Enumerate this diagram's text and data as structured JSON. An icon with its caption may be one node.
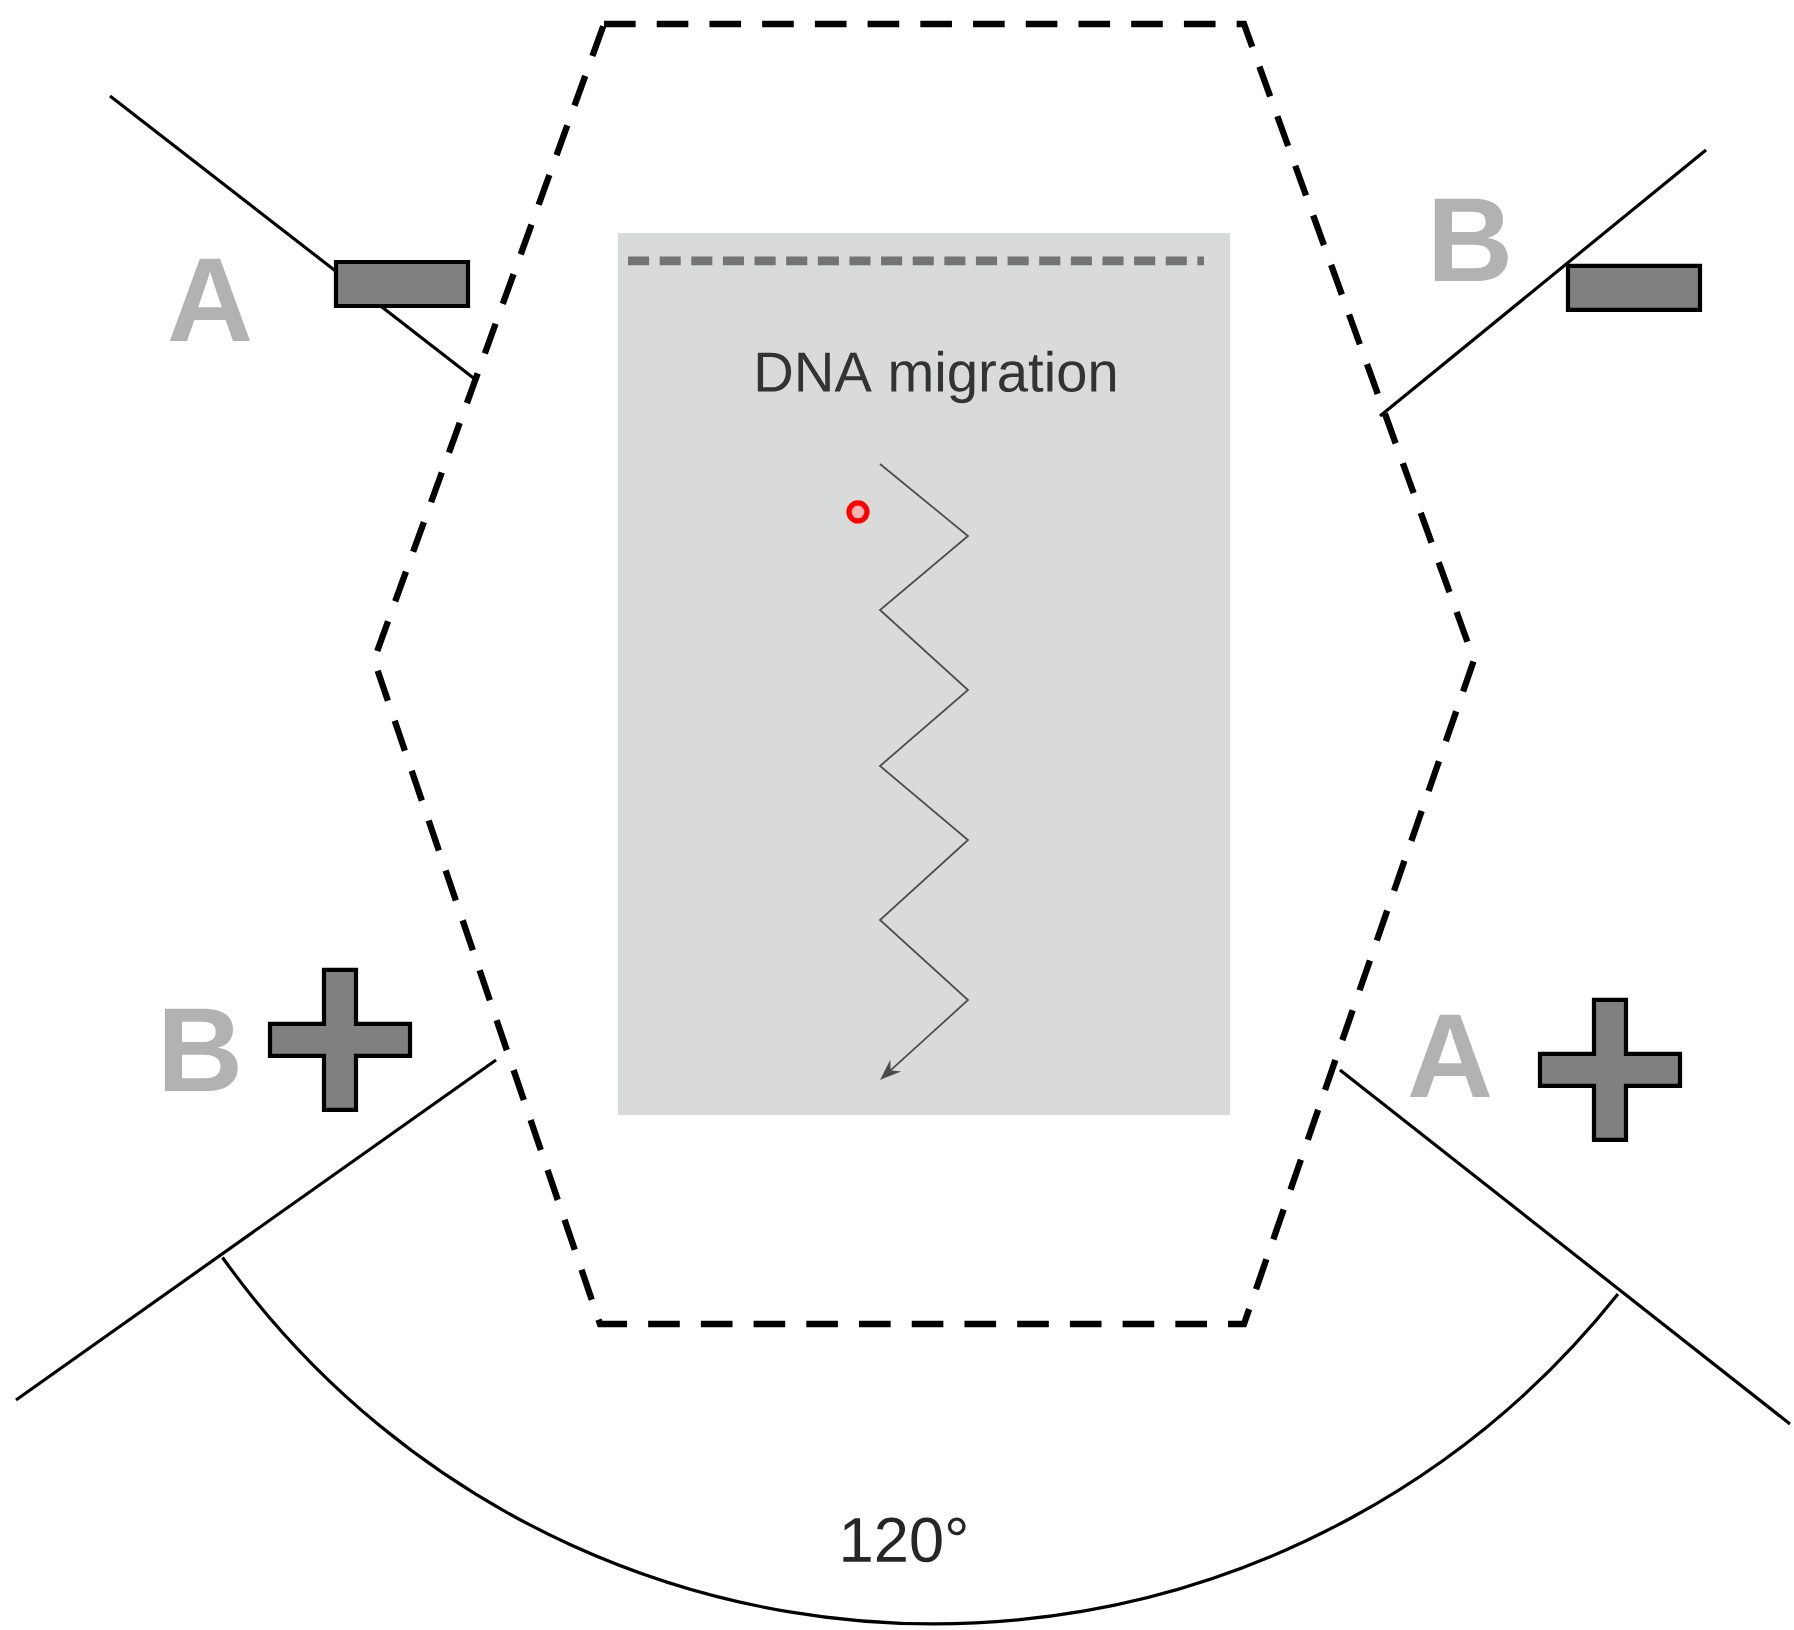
{
  "diagram": {
    "nodes": [
      {
        "text": [],
        "shape": "hexagon"
      },
      {
        "text": [
          "DNA migration"
        ],
        "in": 0
      }
    ],
    "edges": [],
    "labels": [
      "A",
      "B",
      "B",
      "A",
      "120°"
    ]
  }
}
